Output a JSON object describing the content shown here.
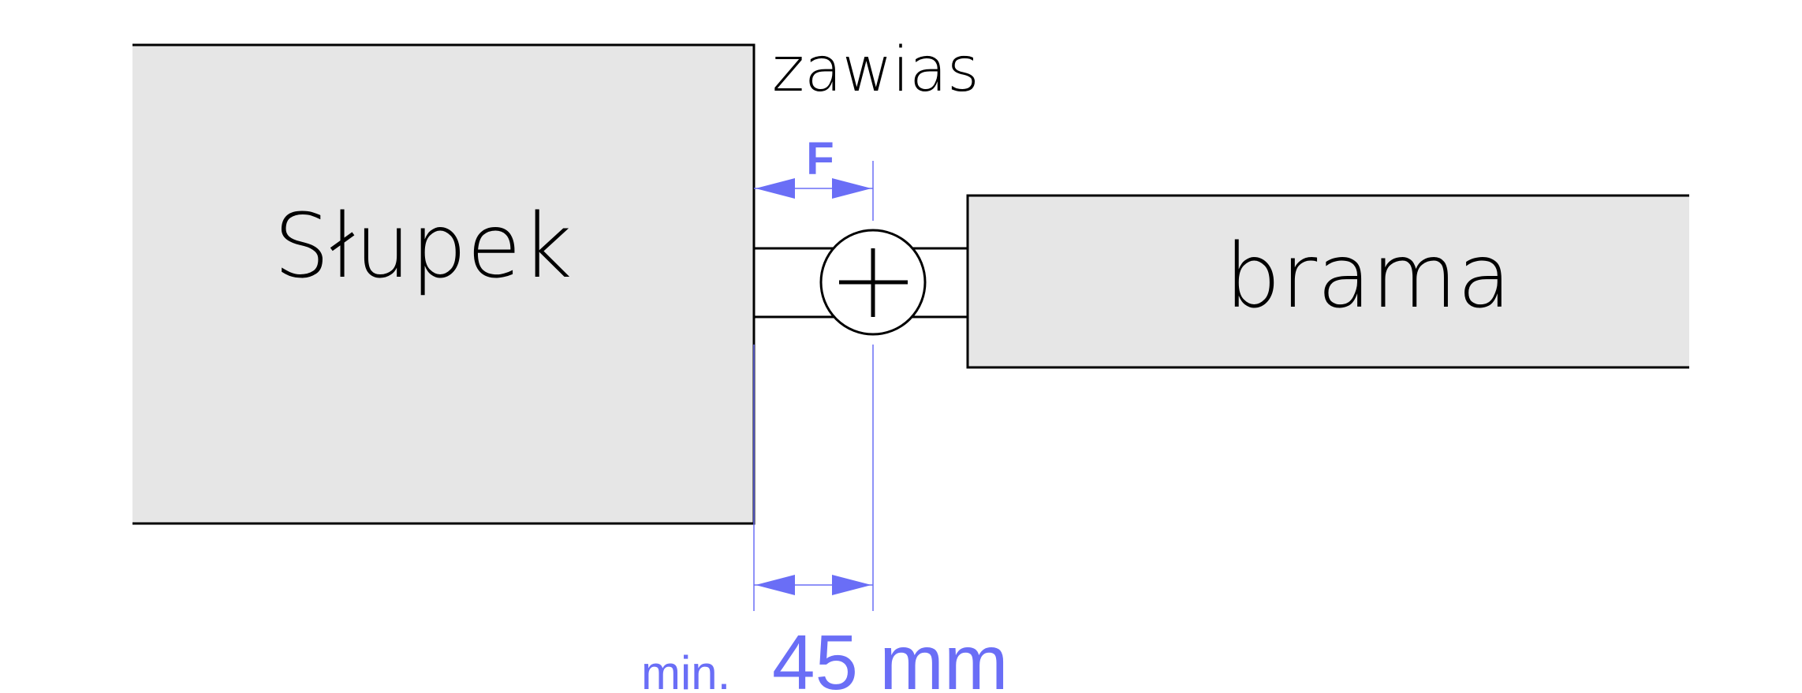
{
  "labels": {
    "post": "Słupek",
    "gate": "brama",
    "hinge": "zawias",
    "dimension_f": "F",
    "min_prefix": "min.",
    "min_value": "45 mm"
  },
  "colors": {
    "dimension": "#6a6ef6",
    "fill": "#e6e6e6",
    "stroke": "#000000"
  }
}
